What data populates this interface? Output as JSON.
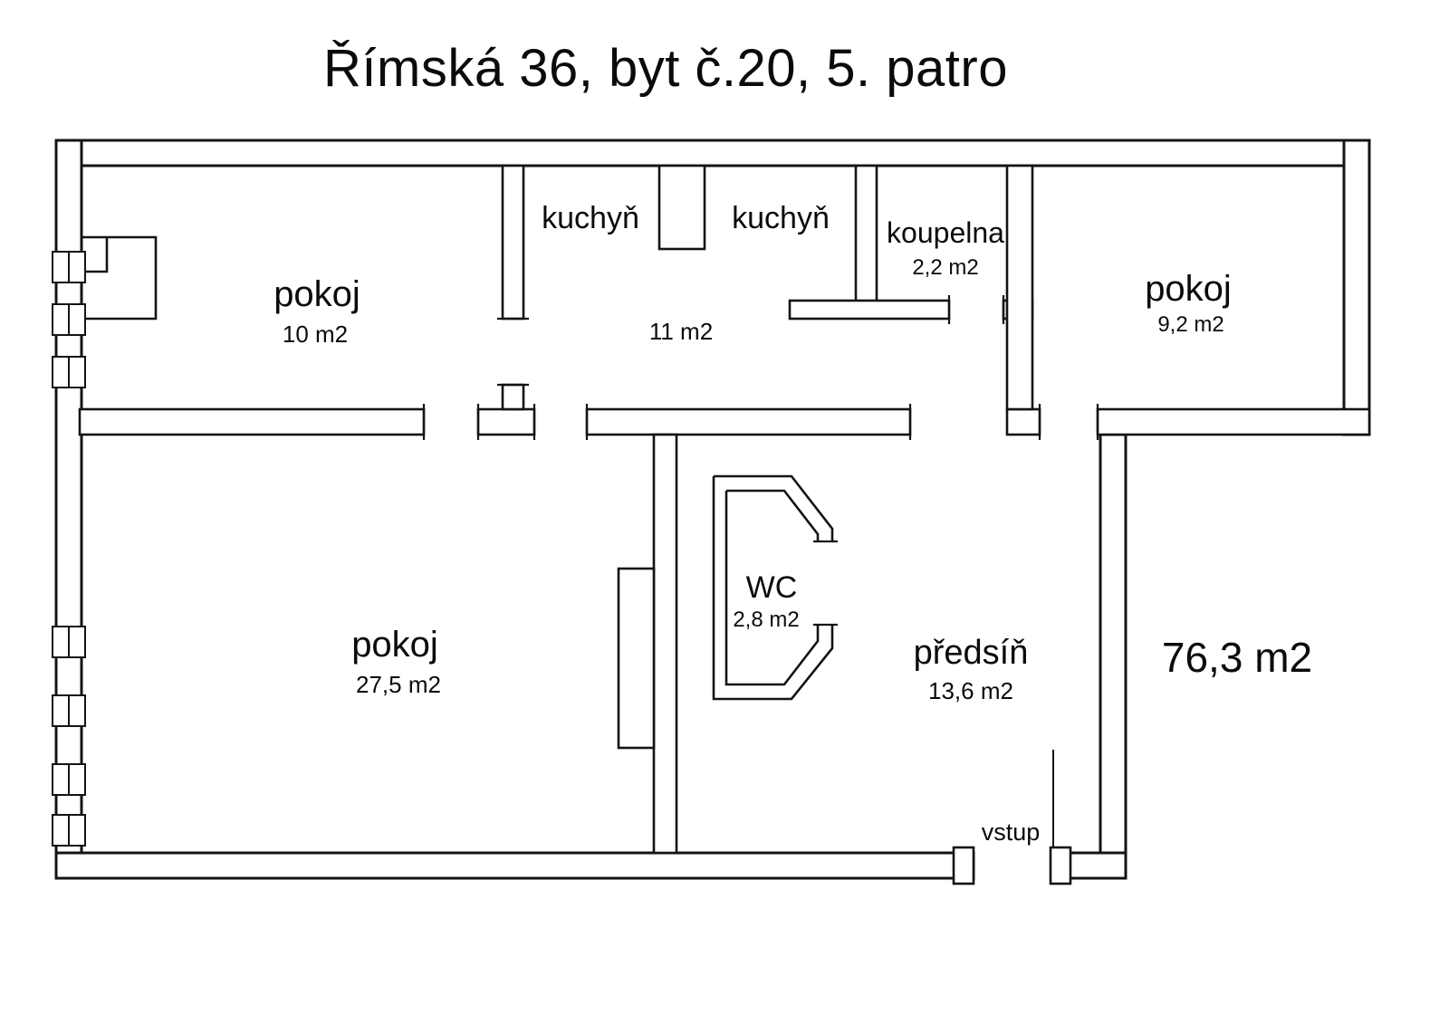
{
  "title": "Římská 36, byt č.20, 5. patro",
  "plan": {
    "total_area": "76,3 m2",
    "rooms": {
      "pokoj_top_left": {
        "label": "pokoj",
        "area": "10 m2"
      },
      "kuchyn": {
        "label_left": "kuchyň",
        "label_right": "kuchyň",
        "area": "11 m2"
      },
      "koupelna": {
        "label": "koupelna",
        "area": "2,2 m2"
      },
      "pokoj_top_right": {
        "label": "pokoj",
        "area": "9,2 m2"
      },
      "pokoj_bottom_left": {
        "label": "pokoj",
        "area": "27,5 m2"
      },
      "wc": {
        "label": "WC",
        "area": "2,8 m2"
      },
      "predsin": {
        "label": "předsíň",
        "area": "13,6 m2"
      },
      "entrance": {
        "label": "vstup"
      }
    }
  }
}
